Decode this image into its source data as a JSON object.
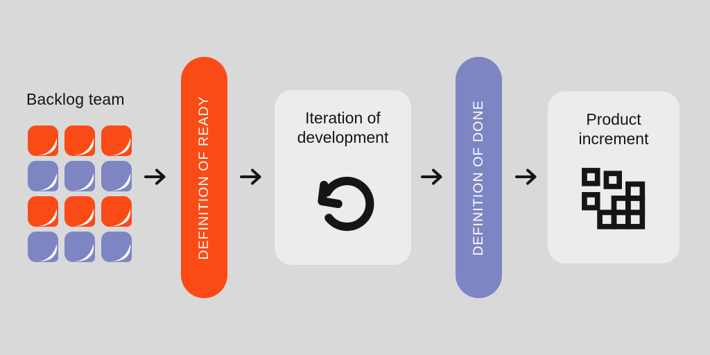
{
  "colors": {
    "background": "#d9d9d9",
    "card": "#ececec",
    "orange": "#fa4a15",
    "purple": "#7e85c3",
    "ink": "#151515",
    "pill_text": "#ffffff",
    "note_curl": "#fafafa"
  },
  "backlog": {
    "label": "Backlog team",
    "grid_rows": [
      [
        "orange",
        "orange",
        "orange"
      ],
      [
        "purple",
        "purple",
        "purple"
      ],
      [
        "orange",
        "orange",
        "orange"
      ],
      [
        "purple",
        "purple",
        "purple"
      ]
    ]
  },
  "pill_ready": {
    "label": "DEFINITION OF READY"
  },
  "pill_done": {
    "label": "DEFINITION OF DONE"
  },
  "card_iteration": {
    "lines": [
      "Iteration of",
      "development"
    ],
    "icon": "rotate-ccw-icon"
  },
  "card_product": {
    "lines": [
      "Product",
      "increment"
    ],
    "icon": "product-blocks-icon"
  },
  "flow_arrow_icon": "arrow-right-icon"
}
